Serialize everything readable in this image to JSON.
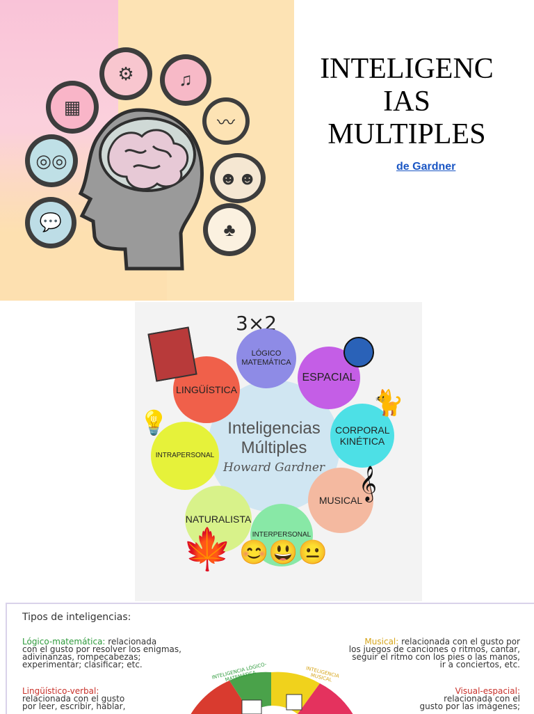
{
  "title": "INTELIGENC\nIAS\nMULTIPLES",
  "subtitle_link": "de Gardner",
  "hero_icons": [
    "gears-head-icon",
    "music-note-icon",
    "cube-icon",
    "dance-icon",
    "glasses-icon",
    "people-icon",
    "speech-bubbles-icon",
    "nature-icon"
  ],
  "diagram": {
    "top_formula": "3×2",
    "center_title": "Inteligencias Múltiples",
    "center_sub": "Howard Gardner",
    "circles": [
      {
        "label": "LÓGICO MATEMÁTICA",
        "color": "#8e8be6"
      },
      {
        "label": "LINGÜÍSTICA",
        "color": "#f0604a"
      },
      {
        "label": "ESPACIAL",
        "color": "#c45ee6"
      },
      {
        "label": "CORPORAL KINÉTICA",
        "color": "#4de0e6"
      },
      {
        "label": "INTRAPERSONAL",
        "color": "#e6f23a"
      },
      {
        "label": "MUSICAL",
        "color": "#f4b9a0"
      },
      {
        "label": "NATURALISTA",
        "color": "#d8f28a"
      },
      {
        "label": "INTERPERSONAL",
        "color": "#88e8a6"
      }
    ]
  },
  "info": {
    "heading": "Tipos de inteligencias:",
    "logico_label": "Lógico-matemática:",
    "logico_text1": " relacionada",
    "logico_text2": "con el gusto por resolver los enigmas,",
    "logico_text3": "adivinanzas, rompecabezas;",
    "logico_text4": "experimentar; clasificar; etc.",
    "musical_label": "Musical:",
    "musical_text1": " relacionada con el gusto por",
    "musical_text2": "los juegos de canciones o ritmos, cantar,",
    "musical_text3": "seguir el ritmo con los pies o las manos,",
    "musical_text4": "ir a conciertos, etc.",
    "linguistico_label": "Lingüístico-verbal:",
    "linguistico_text1": "relacionada con el gusto",
    "linguistico_text2": "por leer, escribir, hablar,",
    "visual_label": "Visual-espacial:",
    "visual_text1": "relacionada con el",
    "visual_text2": "gusto por las imágenes;",
    "wheel_label1": "INTELIGENCIA LÓGICO-MATEMÁTICA",
    "wheel_label2": "INTELIGENCIA MUSICAL"
  }
}
